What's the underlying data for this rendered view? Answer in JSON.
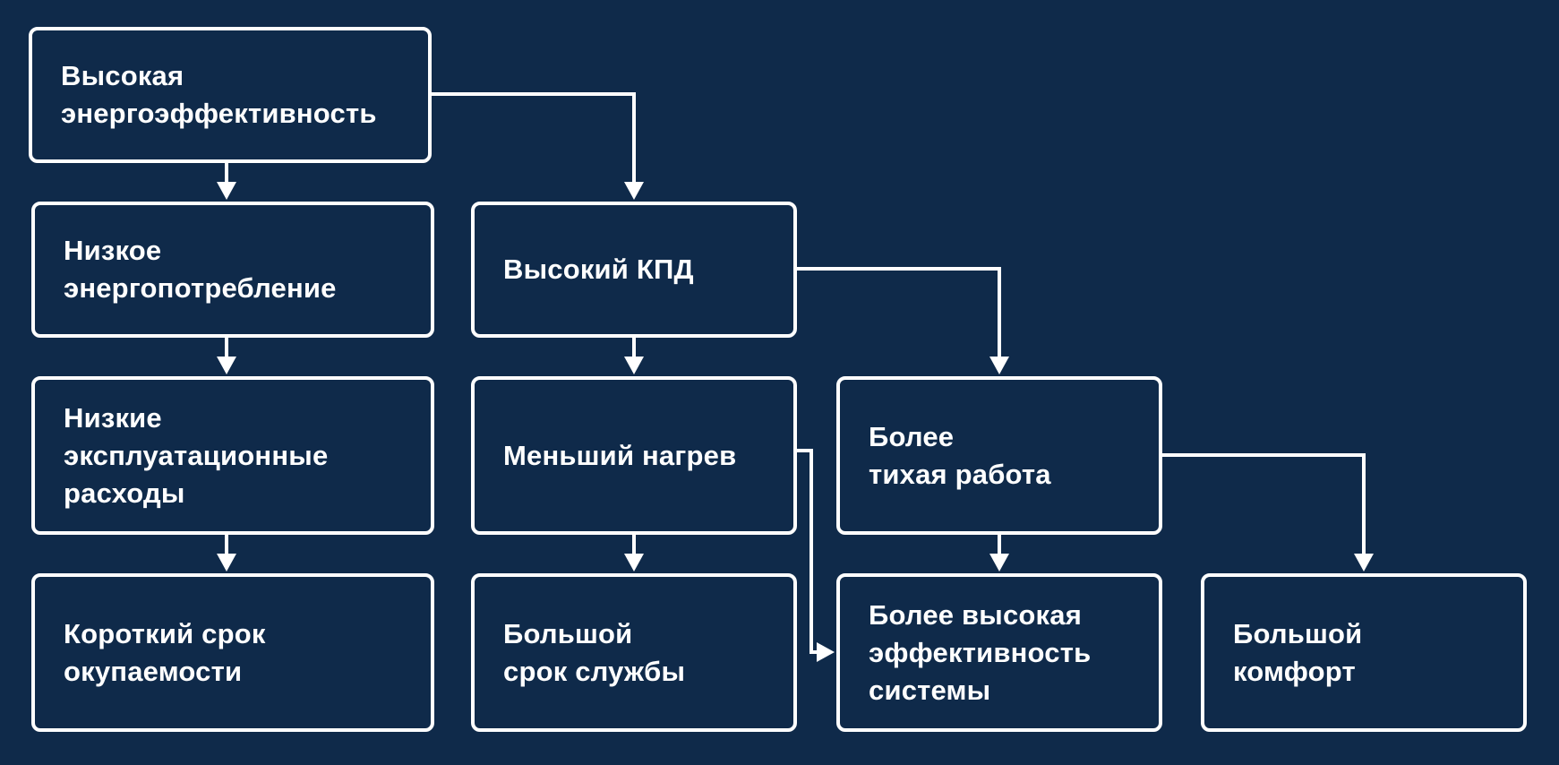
{
  "colors": {
    "background": "#0f2a4a",
    "box_border": "#ffffff",
    "text": "#ffffff",
    "connector": "#ffffff"
  },
  "nodes": {
    "high_efficiency": "Высокая\nэнергоэффективность",
    "low_consumption": "Низкое\nэнергопотребление",
    "low_costs": "Низкие\nэксплуатационные\nрасходы",
    "short_payback": "Короткий срок\nокупаемости",
    "high_kpd": "Высокий КПД",
    "less_heating": "Меньший нагрев",
    "long_life": "Большой\nсрок службы",
    "quieter": "Более\nтихая работа",
    "system_efficiency": "Более высокая\nэффективность\nсистемы",
    "comfort": "Большой\nкомфорт"
  }
}
